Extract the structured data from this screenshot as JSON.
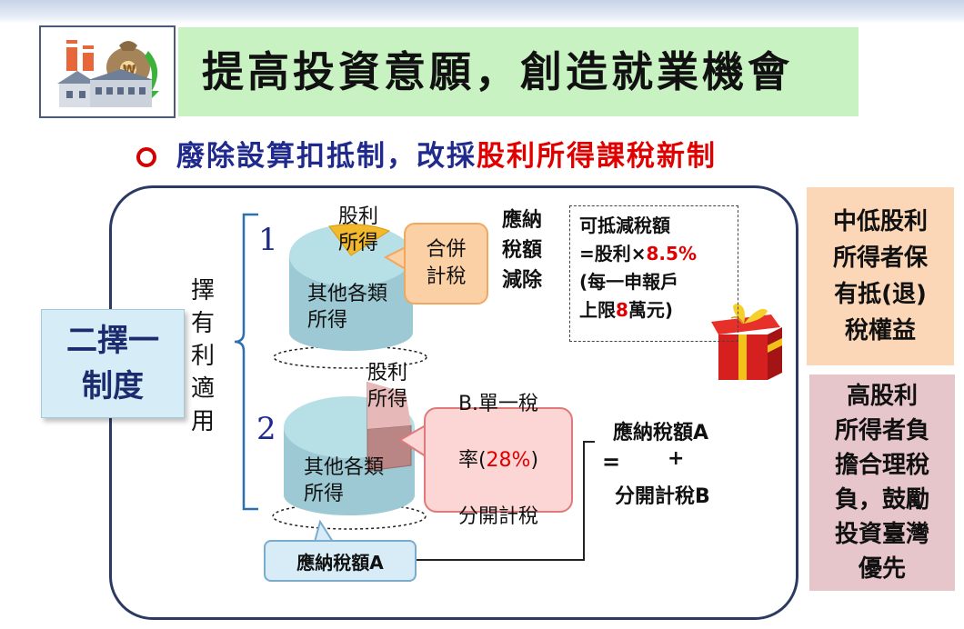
{
  "title": "提高投資意願，創造就業機會",
  "subtitle": {
    "main": "廢除設算扣抵制，改採",
    "highlight": "股利所得課稅新制"
  },
  "system_box": "二擇一\n制度",
  "choose_label": "擇\n有\n利\n適\n用",
  "option1": {
    "number": "1",
    "dividend_label": "股利\n所得",
    "other_label": "其他各類\n所得",
    "merge_box": "合併\n計稅",
    "deduct_label": "應納\n稅額\n減除",
    "deduct_box": {
      "line1": "可抵減稅額",
      "line2_prefix": "=股利×",
      "line2_rate": "8.5%",
      "line3": "(每一申報戶",
      "line4_prefix": "上限",
      "line4_amount": "8",
      "line4_suffix": "萬元)"
    }
  },
  "option2": {
    "number": "2",
    "dividend_label": "股利\n所得",
    "other_label": "其他各類\n所得",
    "separate_box": {
      "line1": "B.單一稅",
      "line2_prefix": "率(",
      "line2_rate": "28%",
      "line2_suffix": ")",
      "line3": "分開計稅"
    },
    "equals": "=",
    "result_line1": "應納稅額A",
    "result_plus": "+",
    "result_line2": "分開計稅B",
    "tax_a_box": "應納稅額A"
  },
  "right_box1": "中低股利\n所得者保\n有抵(退)\n稅權益",
  "right_box2": "高股利\n所得者負\n擔合理稅\n負，鼓勵\n投資臺灣\n優先",
  "colors": {
    "title_bar": "#c9f2c3",
    "subtitle_blue": "#1f2a8c",
    "highlight_red": "#e00000",
    "pie_teal": "#a8d4dd",
    "dividend_gold": "#f2b92a",
    "dividend_rose": "#b98585",
    "merge_orange": "#fbd0a4",
    "separate_pink": "#fcd5d5",
    "right_orange": "#fbd6b7",
    "right_mauve": "#e6c6ca"
  },
  "icons": [
    "factory-logo-icon",
    "gift-box-icon",
    "dividend-pie-icon"
  ]
}
